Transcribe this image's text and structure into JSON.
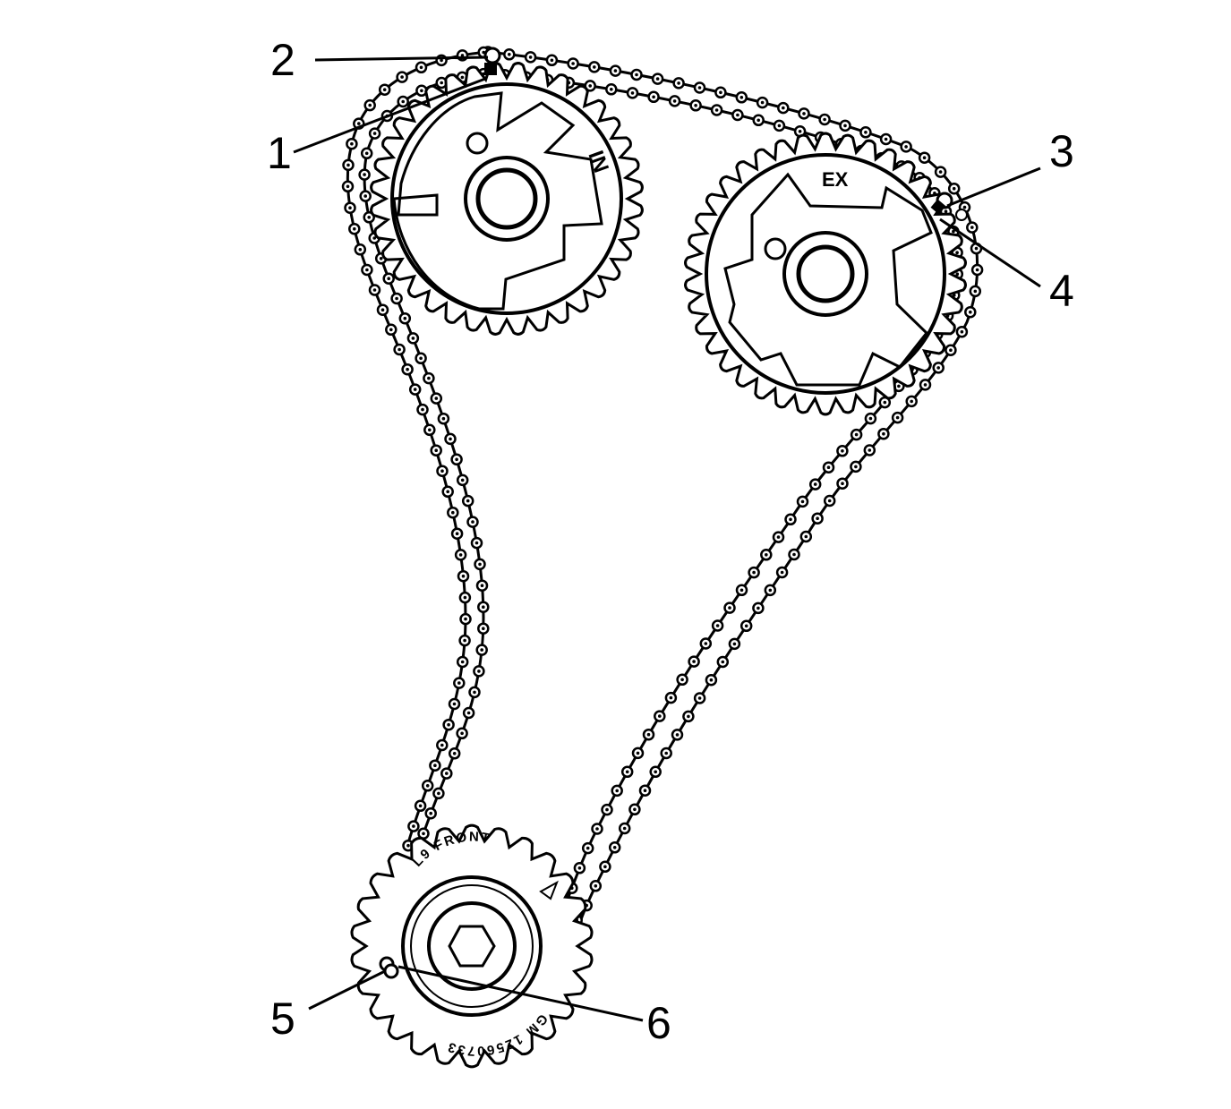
{
  "callouts": [
    "1",
    "2",
    "3",
    "4",
    "5",
    "6"
  ],
  "sprockets": {
    "intake_label": "IN",
    "exhaust_label": "EX",
    "crank_top_text": "L9 FRONT",
    "crank_bottom_text": "GM 12560733"
  },
  "colors": {
    "line": "#000000",
    "background": "#ffffff"
  }
}
